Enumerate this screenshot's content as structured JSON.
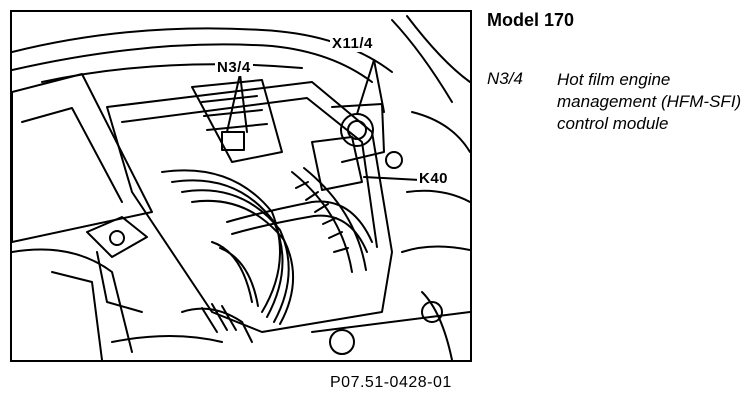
{
  "header": {
    "model_title": "Model 170"
  },
  "callouts": {
    "x11_4": "X11/4",
    "n3_4": "N3/4",
    "k40": "K40"
  },
  "legend": {
    "code": "N3/4",
    "description": "Hot film engine management (HFM-SFI) control module"
  },
  "figure_id": "P07.51-0428-01"
}
